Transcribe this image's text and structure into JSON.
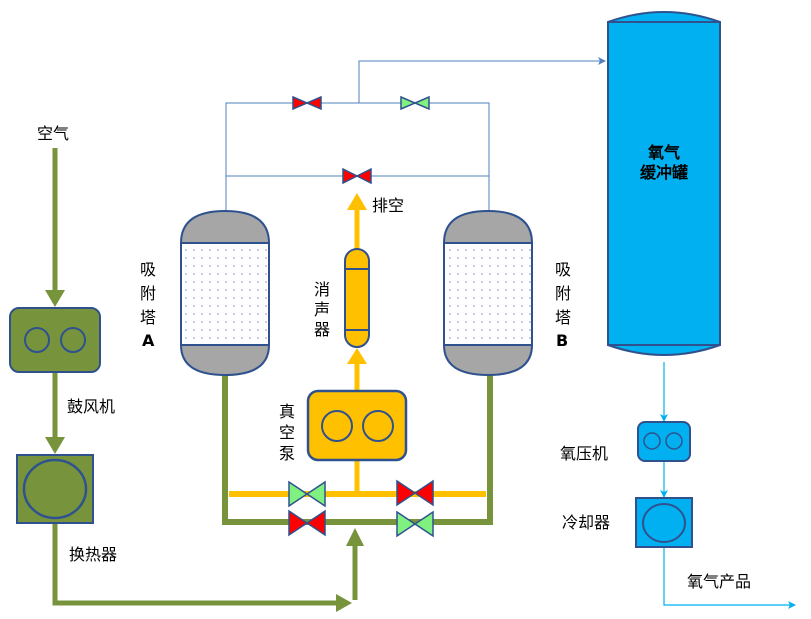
{
  "labels": {
    "air": "空气",
    "blower": "鼓风机",
    "heat_exchanger": "换热器",
    "tower_a": [
      "吸",
      "附",
      "塔",
      "A"
    ],
    "tower_b": [
      "吸",
      "附",
      "塔",
      "B"
    ],
    "silencer": [
      "消",
      "声",
      "器"
    ],
    "vacuum_pump": [
      "真",
      "空",
      "泵"
    ],
    "vent": "排空",
    "oxygen_tank": [
      "氧气",
      "缓冲罐"
    ],
    "oxygen_compressor": "氧压机",
    "cooler": "冷却器",
    "oxygen_product": "氧气产品"
  },
  "colors": {
    "air_pipe": "#77933C",
    "vacuum_pipe": "#FFC000",
    "oxygen": "#00B0F0",
    "outline": "#2F528F",
    "tower_cap": "#A6A6A6",
    "valve_closed": "#FF0000",
    "valve_open": "#80F080",
    "thin_line": "#4F81BD"
  }
}
